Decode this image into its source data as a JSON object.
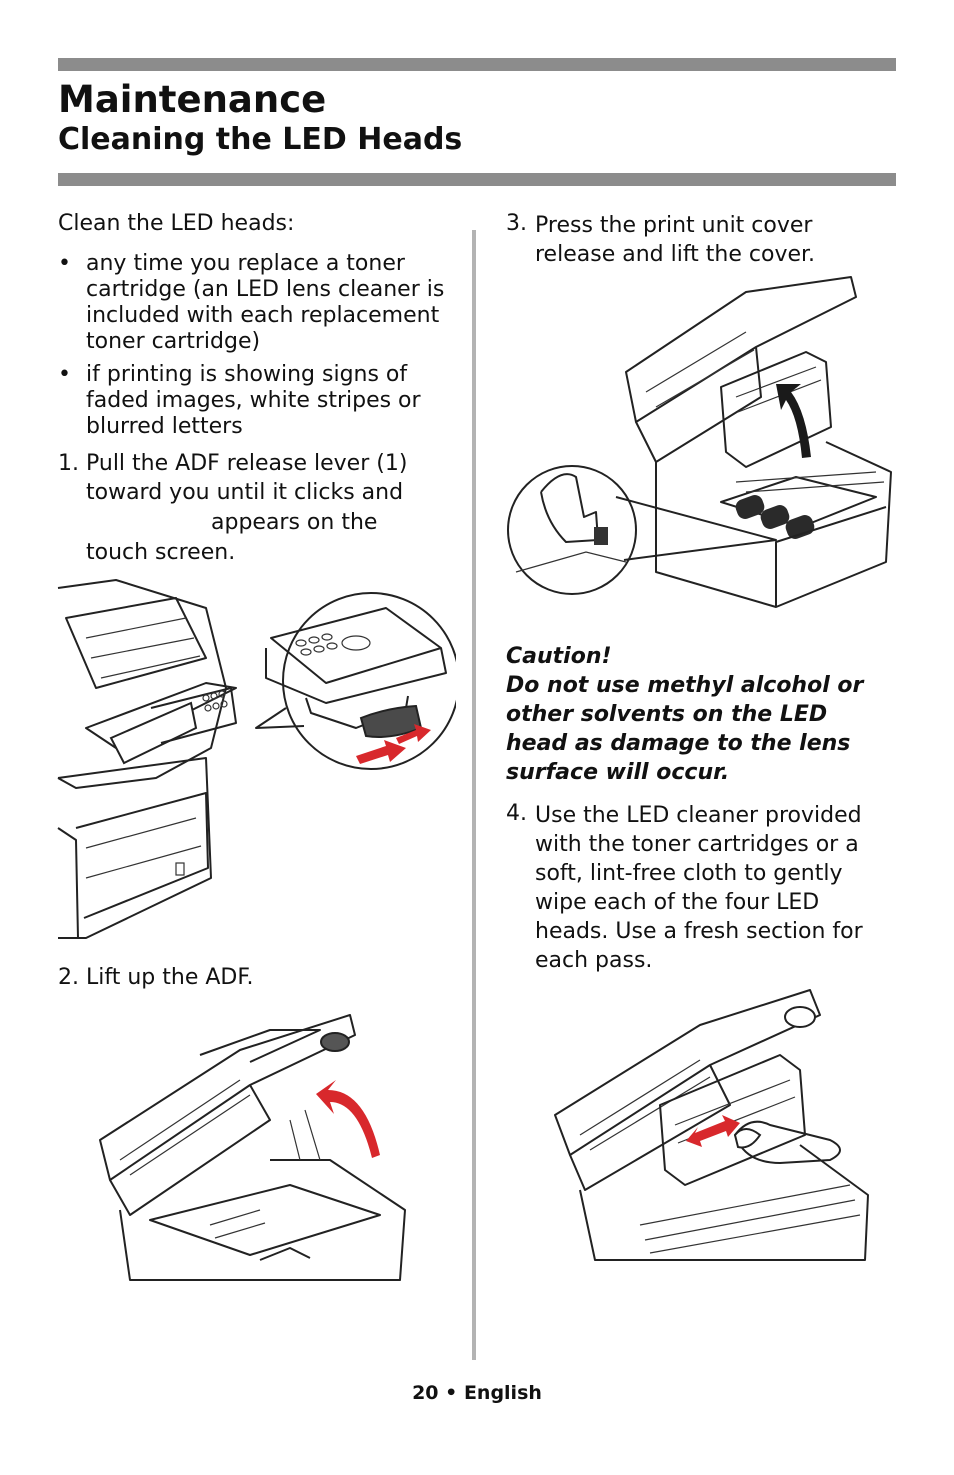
{
  "header": {
    "title": "Maintenance",
    "subtitle": "Cleaning the LED Heads"
  },
  "left": {
    "intro": "Clean the LED heads:",
    "bullets": [
      "any time you replace a toner cartridge (an LED lens cleaner is included with each replacement toner cartridge)",
      "if printing is showing signs of faded images, white stripes or blurred letters"
    ],
    "steps": [
      {
        "number": "1.",
        "lines": [
          "Pull the ADF release lever (1)",
          "toward you until it clicks and",
          "appears on the",
          "touch screen."
        ]
      },
      {
        "number": "2.",
        "text": "Lift up the ADF."
      }
    ]
  },
  "right": {
    "steps": [
      {
        "number": "3.",
        "text": "Press the print unit cover release and lift the cover."
      },
      {
        "number": "4.",
        "text": "Use the LED cleaner provided with the toner cartridges or a soft, lint-free cloth to gently wipe each of the four LED heads. Use a fresh section for each pass."
      }
    ],
    "caution": {
      "title": "Caution!",
      "text": "Do not use methyl alcohol or other solvents on the LED head as damage to the lens surface will occur."
    }
  },
  "footer": {
    "page_number": "20",
    "separator": "•",
    "language": "English"
  },
  "colors": {
    "rule": "#8c8c8c",
    "divider": "#b3b3b3",
    "arrow_red": "#d8282c"
  },
  "icons": [
    "printer-adf-lever-illustration",
    "printer-adf-lifted-illustration",
    "printer-cover-open-illustration",
    "led-head-cleaning-illustration",
    "red-arrow-icon"
  ]
}
